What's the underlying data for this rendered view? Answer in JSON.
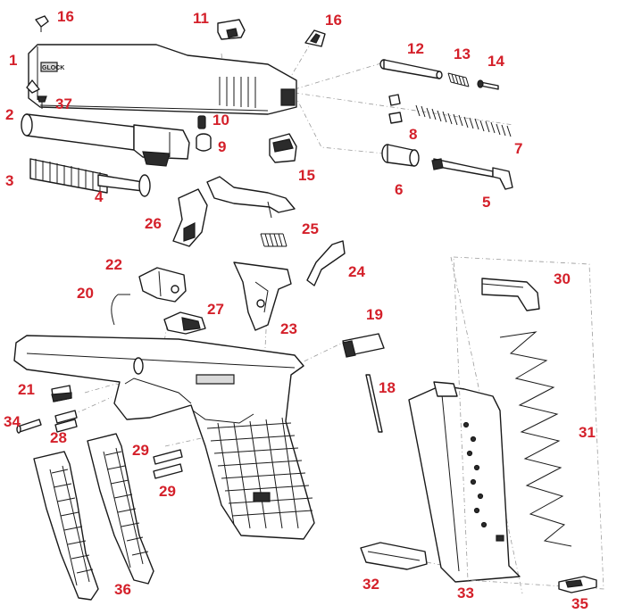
{
  "colors": {
    "callout": "#d4202a",
    "line": "#1a1a1a",
    "leader": "#9a9a9a",
    "background": "#ffffff"
  },
  "slide_engraving": "GLOCK",
  "callouts": [
    {
      "id": "c1",
      "label": "1"
    },
    {
      "id": "c2",
      "label": "2"
    },
    {
      "id": "c3",
      "label": "3"
    },
    {
      "id": "c4",
      "label": "4"
    },
    {
      "id": "c5",
      "label": "5"
    },
    {
      "id": "c6",
      "label": "6"
    },
    {
      "id": "c7",
      "label": "7"
    },
    {
      "id": "c8",
      "label": "8"
    },
    {
      "id": "c9",
      "label": "9"
    },
    {
      "id": "c10",
      "label": "10"
    },
    {
      "id": "c11",
      "label": "11"
    },
    {
      "id": "c12",
      "label": "12"
    },
    {
      "id": "c13",
      "label": "13"
    },
    {
      "id": "c14",
      "label": "14"
    },
    {
      "id": "c15",
      "label": "15"
    },
    {
      "id": "c16a",
      "label": "16"
    },
    {
      "id": "c16b",
      "label": "16"
    },
    {
      "id": "c18",
      "label": "18"
    },
    {
      "id": "c19",
      "label": "19"
    },
    {
      "id": "c20",
      "label": "20"
    },
    {
      "id": "c21",
      "label": "21"
    },
    {
      "id": "c22",
      "label": "22"
    },
    {
      "id": "c23",
      "label": "23"
    },
    {
      "id": "c24",
      "label": "24"
    },
    {
      "id": "c25",
      "label": "25"
    },
    {
      "id": "c26",
      "label": "26"
    },
    {
      "id": "c27",
      "label": "27"
    },
    {
      "id": "c28",
      "label": "28"
    },
    {
      "id": "c29a",
      "label": "29"
    },
    {
      "id": "c29b",
      "label": "29"
    },
    {
      "id": "c30",
      "label": "30"
    },
    {
      "id": "c31",
      "label": "31"
    },
    {
      "id": "c32",
      "label": "32"
    },
    {
      "id": "c33",
      "label": "33"
    },
    {
      "id": "c34",
      "label": "34"
    },
    {
      "id": "c35",
      "label": "35"
    },
    {
      "id": "c36",
      "label": "36"
    },
    {
      "id": "c37",
      "label": "37"
    }
  ]
}
